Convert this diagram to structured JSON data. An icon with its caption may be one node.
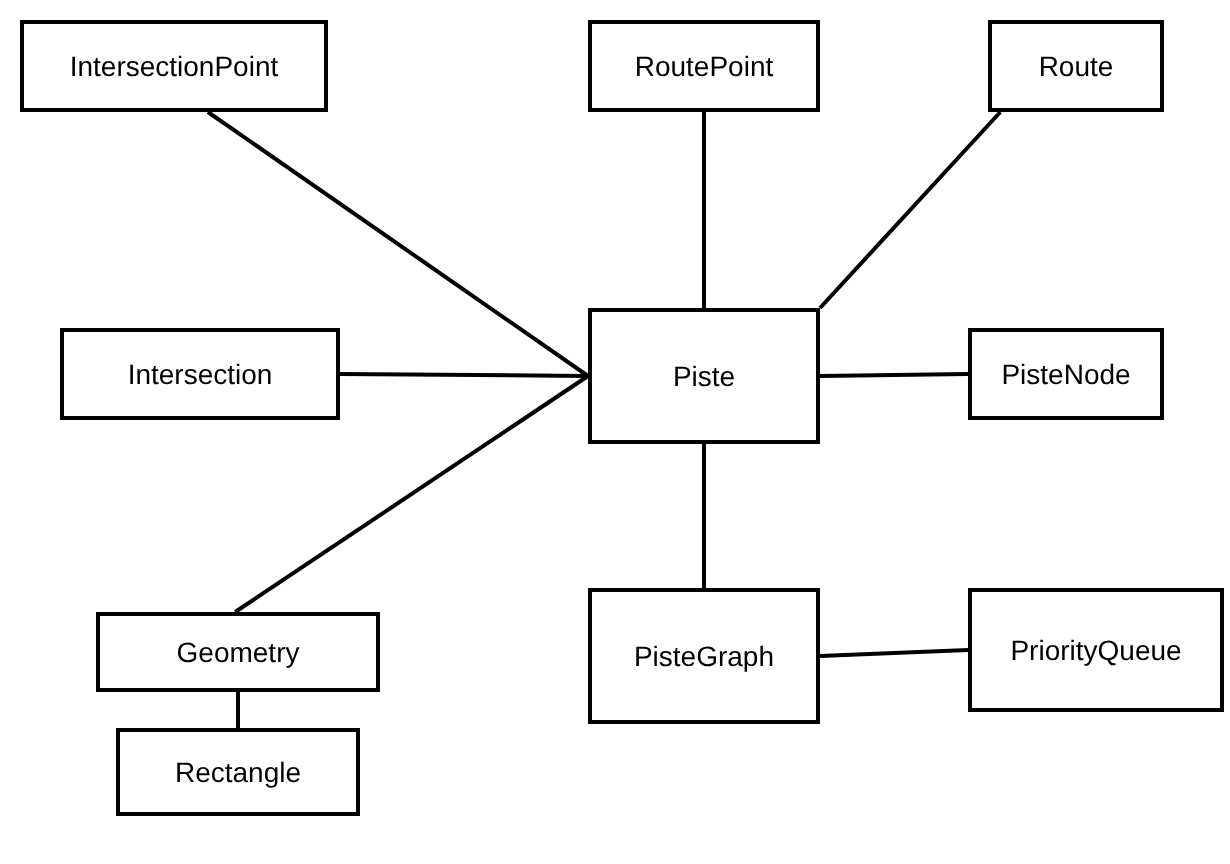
{
  "diagram": {
    "nodes": [
      {
        "text": [
          "IntersectionPoint"
        ]
      },
      {
        "text": [
          "RoutePoint"
        ]
      },
      {
        "text": [
          "Route"
        ]
      },
      {
        "text": [
          "Intersection"
        ]
      },
      {
        "text": [
          "Piste"
        ]
      },
      {
        "text": [
          "PisteNode"
        ]
      },
      {
        "text": [
          "Geometry"
        ]
      },
      {
        "text": [
          "PisteGraph"
        ]
      },
      {
        "text": [
          "PriorityQueue"
        ]
      },
      {
        "text": [
          "Rectangle"
        ]
      }
    ],
    "edges": [
      {
        "from": 0,
        "to": 4,
        "arrow": "none"
      },
      {
        "from": 1,
        "to": 4,
        "arrow": "none"
      },
      {
        "from": 2,
        "to": 4,
        "arrow": "none"
      },
      {
        "from": 3,
        "to": 4,
        "arrow": "none"
      },
      {
        "from": 4,
        "to": 5,
        "arrow": "none"
      },
      {
        "from": 6,
        "to": 4,
        "arrow": "none"
      },
      {
        "from": 4,
        "to": 7,
        "arrow": "none"
      },
      {
        "from": 7,
        "to": 8,
        "arrow": "none"
      },
      {
        "from": 6,
        "to": 9,
        "arrow": "none"
      }
    ]
  }
}
